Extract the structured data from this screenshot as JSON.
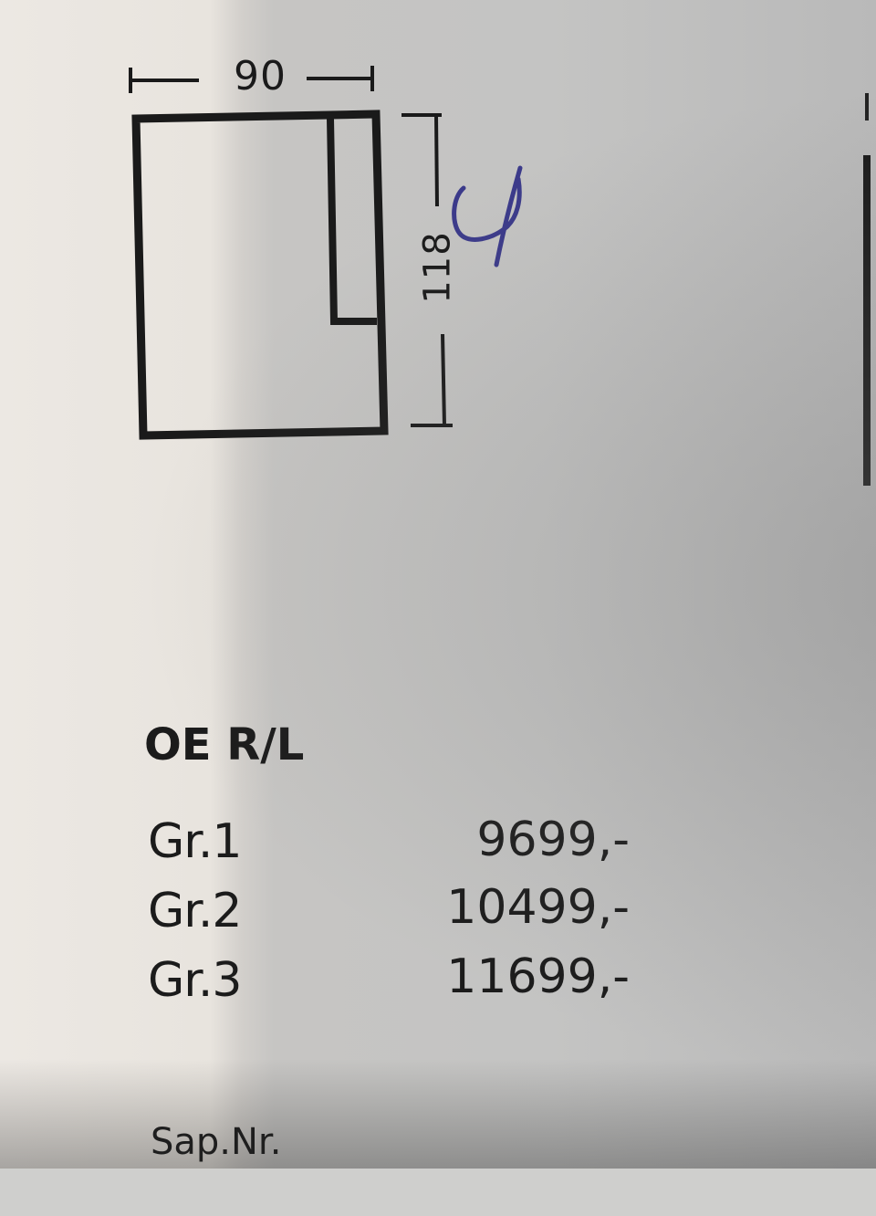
{
  "dimensions": {
    "width_label": "90",
    "height_label": "118"
  },
  "product": {
    "title": "OE R/L",
    "prices": [
      {
        "group": "Gr.1",
        "price": "9699,-"
      },
      {
        "group": "Gr.2",
        "price": "10499,-"
      },
      {
        "group": "Gr.3",
        "price": "11699,-"
      }
    ],
    "sap_label": "Sap.Nr."
  },
  "colors": {
    "ink": "#1b1b1b",
    "handwriting": "#3b3a8a"
  }
}
